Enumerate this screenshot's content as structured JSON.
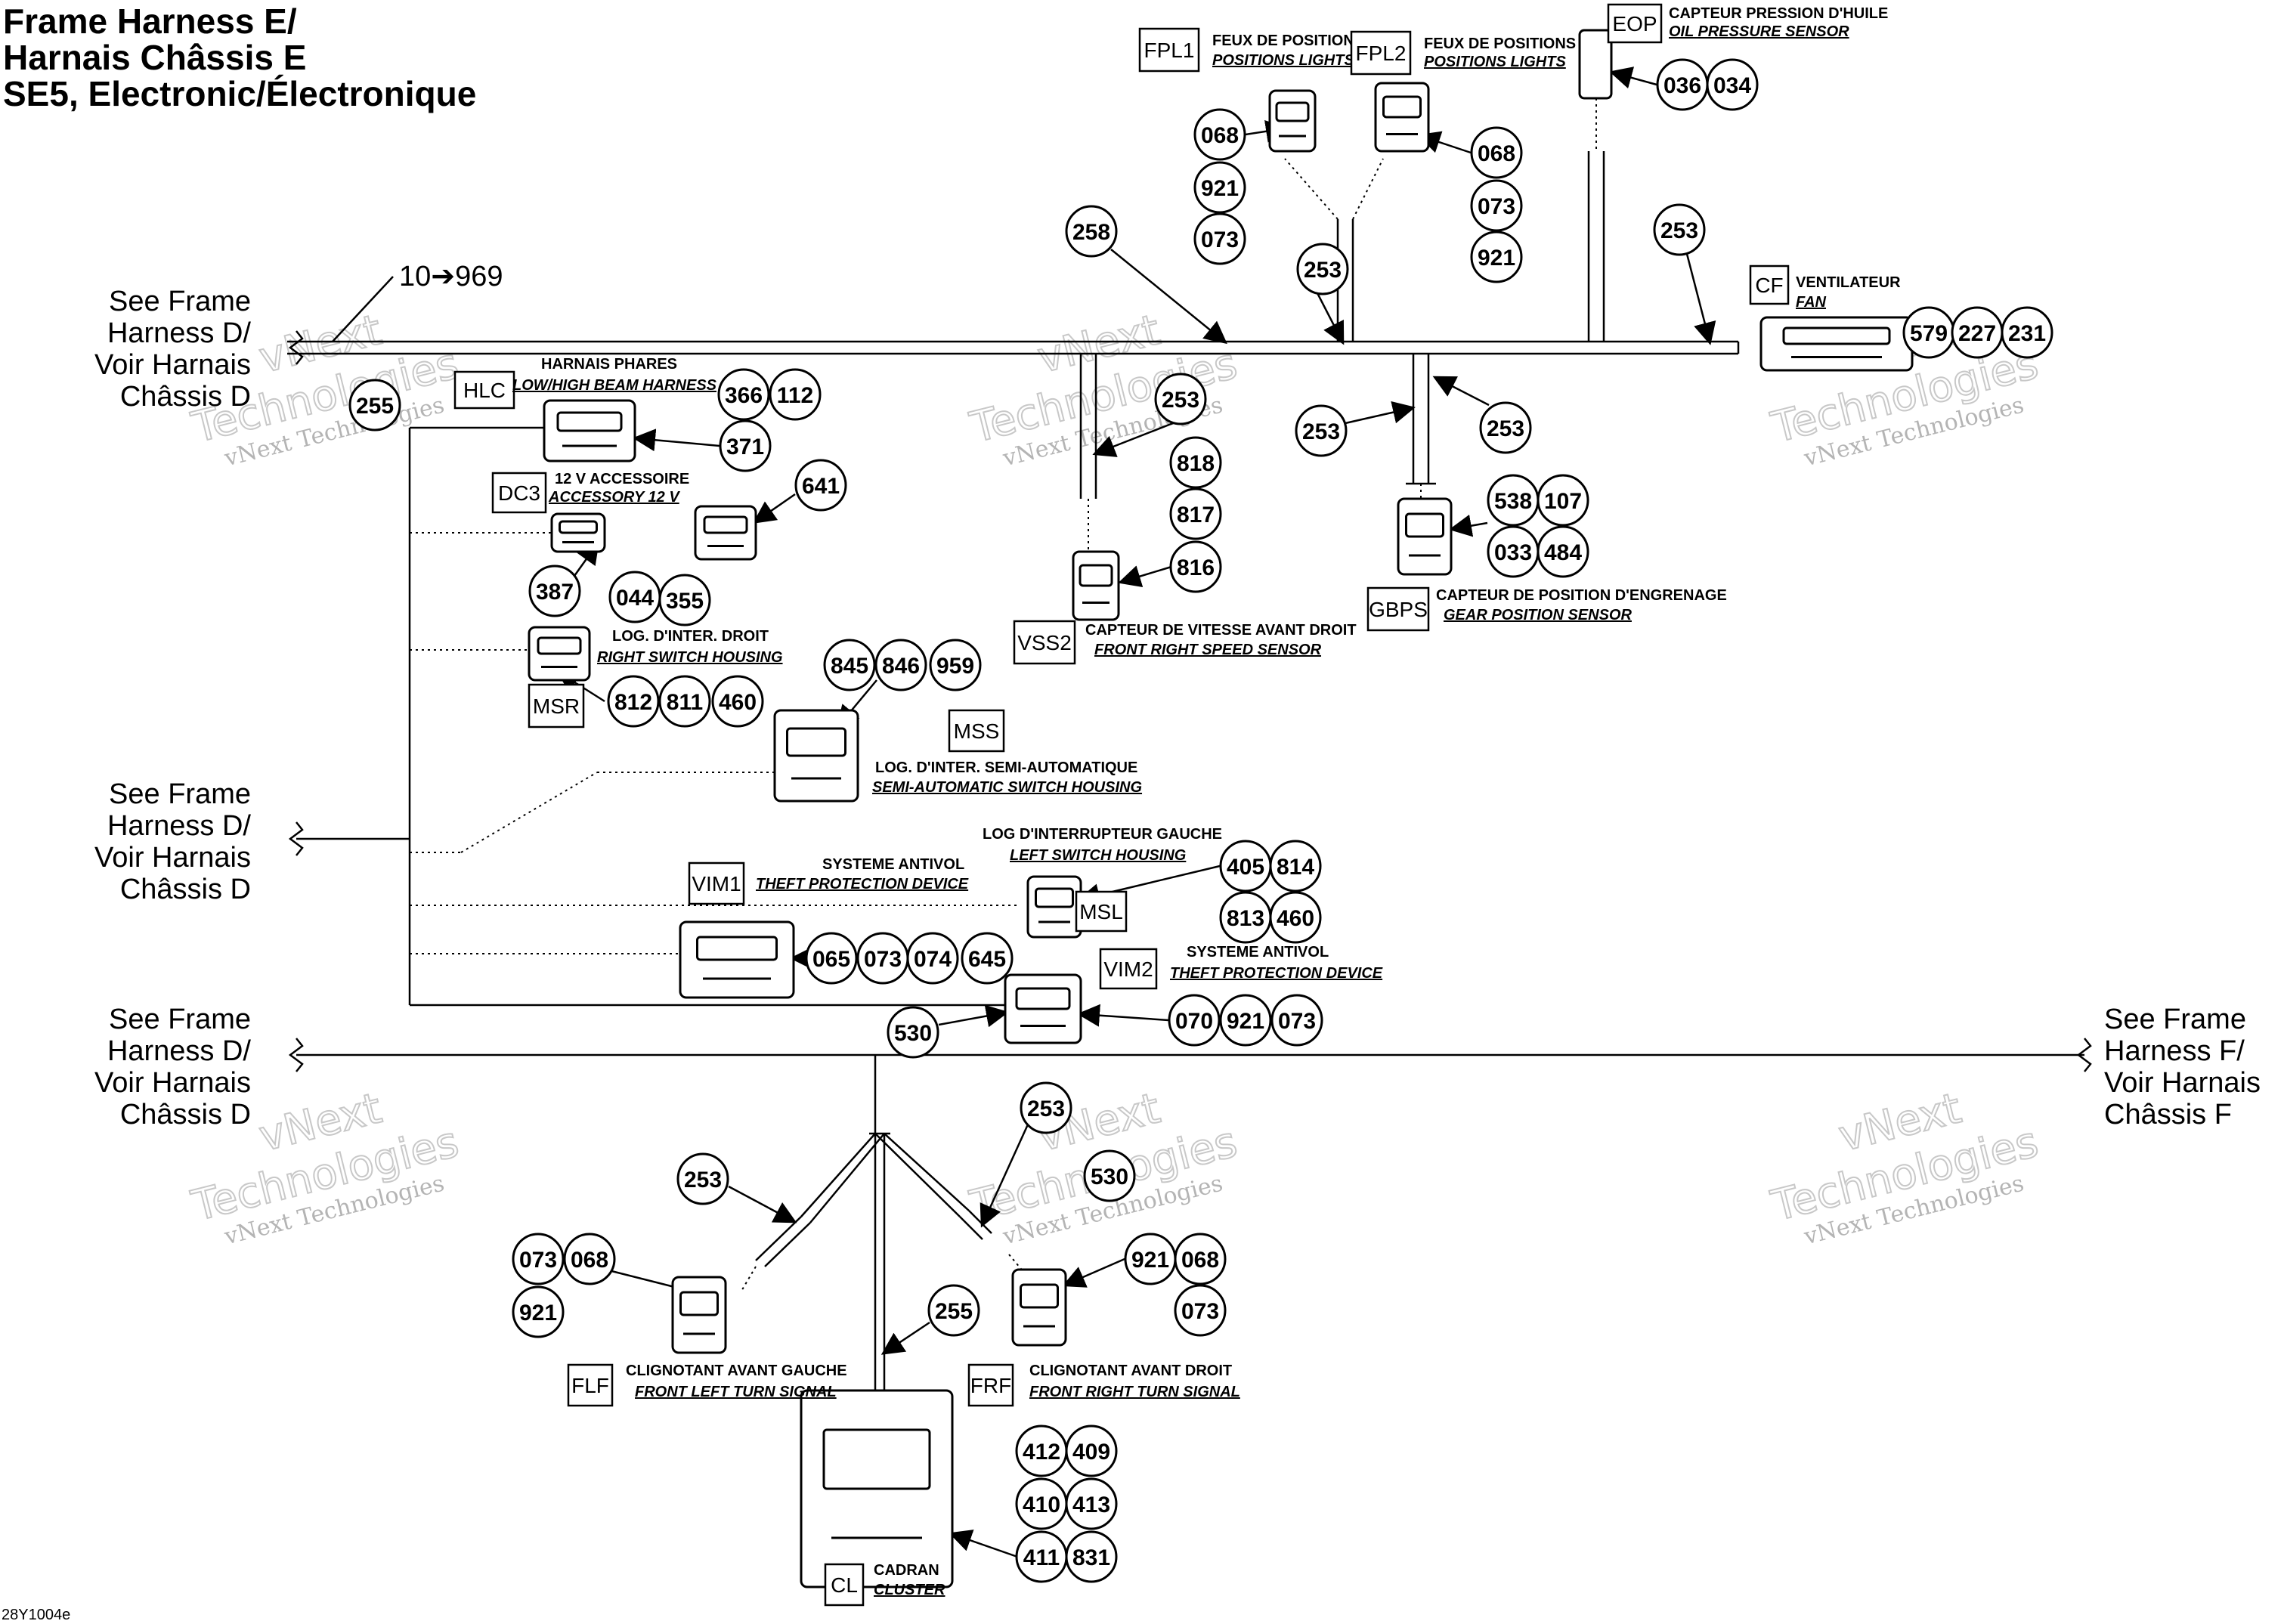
{
  "title": [
    "Frame Harness E/",
    "Harnais Châssis E",
    "SE5, Electronic/Électronique"
  ],
  "drawing_id": "28Y1004e",
  "see_notes": {
    "left_top": [
      "See Frame",
      "Harness D/",
      "Voir Harnais",
      "Châssis D"
    ],
    "left_mid": [
      "See Frame",
      "Harness D/",
      "Voir Harnais",
      "Châssis D"
    ],
    "left_bottom": [
      "See Frame",
      "Harness D/",
      "Voir Harnais",
      "Châssis D"
    ],
    "right_bottom": [
      "See Frame",
      "Harness F/",
      "Voir Harnais",
      "Châssis F"
    ]
  },
  "serial_range": "10➔969",
  "watermark": {
    "line1": "vNext",
    "line2": "Technologies",
    "small": "vNext Technologies"
  },
  "connectors": [
    {
      "code": "FPL1",
      "fr": "FEUX DE POSITIONS",
      "en": "POSITIONS LIGHTS"
    },
    {
      "code": "FPL2",
      "fr": "FEUX DE POSITIONS",
      "en": "POSITIONS LIGHTS"
    },
    {
      "code": "EOP",
      "fr": "CAPTEUR PRESSION D'HUILE",
      "en": "OIL PRESSURE SENSOR"
    },
    {
      "code": "CF",
      "fr": "VENTILATEUR",
      "en": "FAN"
    },
    {
      "code": "HLC",
      "fr": "HARNAIS PHARES",
      "en": "LOW/HIGH BEAM HARNESS"
    },
    {
      "code": "DC3",
      "fr": "12 V ACCESSOIRE",
      "en": "ACCESSORY 12 V"
    },
    {
      "code": "VSS2",
      "fr": "CAPTEUR DE VITESSE AVANT DROIT",
      "en": "FRONT RIGHT SPEED SENSOR"
    },
    {
      "code": "GBPS",
      "fr": "CAPTEUR DE POSITION D'ENGRENAGE",
      "en": "GEAR POSITION SENSOR"
    },
    {
      "code": "MSR",
      "fr": "LOG. D'INTER. DROIT",
      "en": "RIGHT SWITCH HOUSING"
    },
    {
      "code": "MSS",
      "fr": "LOG. D'INTER. SEMI-AUTOMATIQUE",
      "en": "SEMI-AUTOMATIC SWITCH HOUSING"
    },
    {
      "code": "VIM1",
      "fr": "SYSTEME ANTIVOL",
      "en": "THEFT PROTECTION DEVICE"
    },
    {
      "code": "MSL",
      "fr": "LOG D'INTERRUPTEUR GAUCHE",
      "en": "LEFT SWITCH HOUSING"
    },
    {
      "code": "VIM2",
      "fr": "SYSTEME ANTIVOL",
      "en": "THEFT PROTECTION DEVICE"
    },
    {
      "code": "FLF",
      "fr": "CLIGNOTANT AVANT GAUCHE",
      "en": "FRONT LEFT TURN SIGNAL"
    },
    {
      "code": "FRF",
      "fr": "CLIGNOTANT AVANT DROIT",
      "en": "FRONT RIGHT TURN SIGNAL"
    },
    {
      "code": "CL",
      "fr": "CADRAN",
      "en": "CLUSTER"
    }
  ],
  "part_refs": [
    "068",
    "921",
    "073",
    "068",
    "073",
    "921",
    "036",
    "034",
    "258",
    "253",
    "253",
    "579",
    "227",
    "231",
    "255",
    "366",
    "112",
    "371",
    "253",
    "253",
    "253",
    "641",
    "818",
    "817",
    "816",
    "538",
    "107",
    "033",
    "484",
    "387",
    "044",
    "355",
    "812",
    "811",
    "460",
    "845",
    "846",
    "959",
    "405",
    "814",
    "813",
    "460",
    "065",
    "073",
    "074",
    "645",
    "530",
    "070",
    "921",
    "073",
    "253",
    "253",
    "530",
    "073",
    "068",
    "921",
    "921",
    "068",
    "073",
    "255",
    "412",
    "409",
    "410",
    "413",
    "411",
    "831"
  ]
}
